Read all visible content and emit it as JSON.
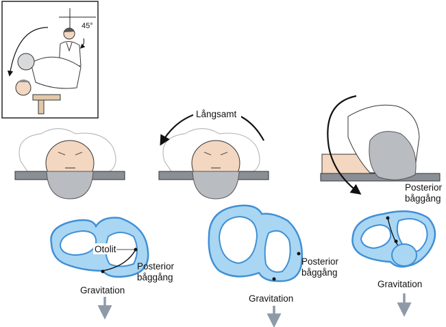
{
  "inset": {
    "angle_label": "45°"
  },
  "middle": {
    "motion_label": "Långsamt"
  },
  "canals": {
    "left": {
      "otolith_label": "Otolit",
      "canal_label_1": "Posterior",
      "canal_label_2": "båggång",
      "gravity_label": "Gravitation"
    },
    "middle": {
      "canal_label_1": "Posterior",
      "canal_label_2": "båggång",
      "gravity_label": "Gravitation"
    },
    "right": {
      "canal_label_1": "Posterior",
      "canal_label_2": "båggång",
      "gravity_label": "Gravitation"
    }
  },
  "colors": {
    "canal_fill": "#a9d6f2",
    "canal_stroke": "#3f8fd6",
    "gravity_arrow": "#8e9aa8",
    "table": "#8a8f96",
    "hair": "#b9bcc0",
    "skin": "#f3d7c0"
  }
}
